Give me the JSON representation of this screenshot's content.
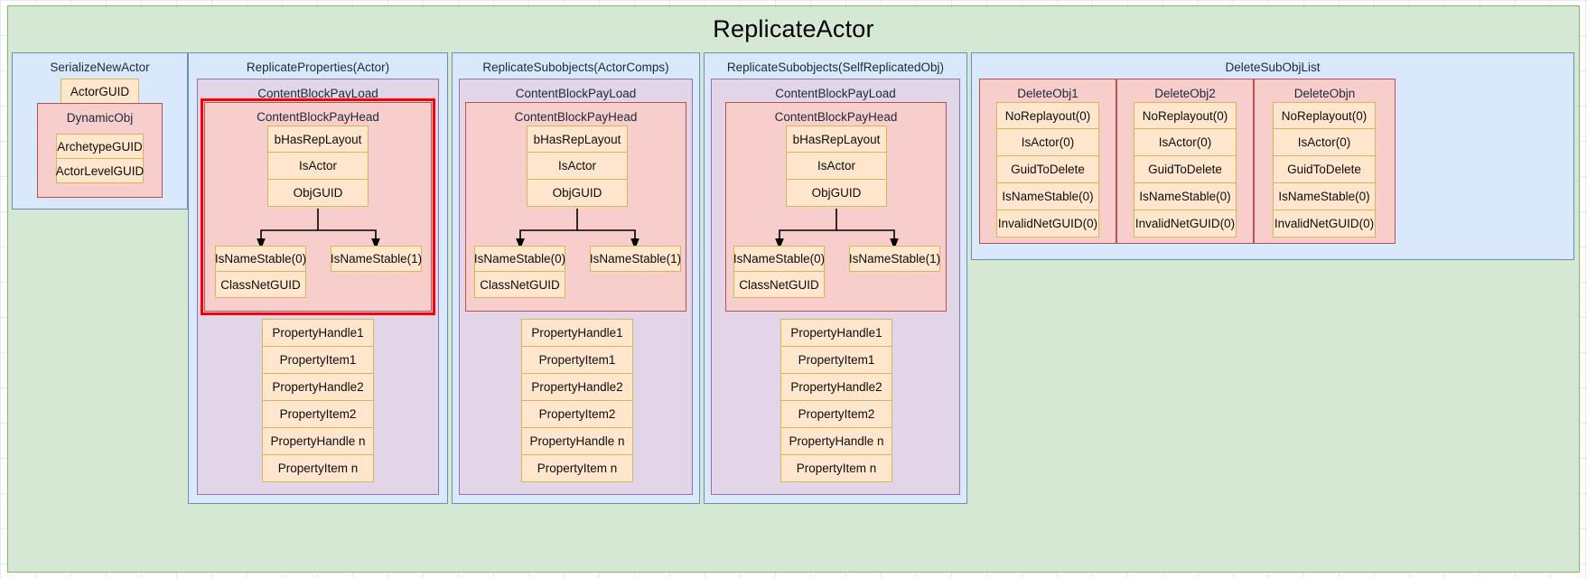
{
  "diagram": {
    "title": "ReplicateActor",
    "colors": {
      "green_fill": "#d5e8d4",
      "green_stroke": "#82b366",
      "blue_fill": "#dae8fc",
      "blue_stroke": "#6c8ebf",
      "purple_fill": "#e1d5e7",
      "purple_stroke": "#9673a6",
      "pink_fill": "#f8cecc",
      "pink_stroke": "#b85450",
      "yellow_fill": "#ffe6cc",
      "yellow_stroke": "#d6b656",
      "highlight": "#ff0000"
    }
  },
  "columns": {
    "serialize_new_actor": {
      "header": "SerializeNewActor",
      "actor_guid": "ActorGUID",
      "dynamic_obj": {
        "header": "DynamicObj",
        "fields": [
          "ArchetypeGUID",
          "ActorLevelGUID"
        ]
      }
    },
    "replicate_properties_actor": {
      "header": "ReplicateProperties(Actor)",
      "payload_header": "ContentBlockPayLoad",
      "payhead_header": "ContentBlockPayHead",
      "payhead_fields": [
        "bHasRepLayout",
        "IsActor",
        "ObjGUID"
      ],
      "branch_left": [
        "IsNameStable(0)",
        "ClassNetGUID"
      ],
      "branch_right": [
        "IsNameStable(1)"
      ],
      "properties": [
        "PropertyHandle1",
        "PropertyItem1",
        "PropertyHandle2",
        "PropertyItem2",
        "PropertyHandle n",
        "PropertyItem n"
      ],
      "highlighted": true
    },
    "replicate_subobjects_actorcomps": {
      "header": "ReplicateSubobjects(ActorComps)",
      "payload_header": "ContentBlockPayLoad",
      "payhead_header": "ContentBlockPayHead",
      "payhead_fields": [
        "bHasRepLayout",
        "IsActor",
        "ObjGUID"
      ],
      "branch_left": [
        "IsNameStable(0)",
        "ClassNetGUID"
      ],
      "branch_right": [
        "IsNameStable(1)"
      ],
      "properties": [
        "PropertyHandle1",
        "PropertyItem1",
        "PropertyHandle2",
        "PropertyItem2",
        "PropertyHandle n",
        "PropertyItem n"
      ],
      "highlighted": false
    },
    "replicate_subobjects_selfreplicatedobj": {
      "header": "ReplicateSubobjects(SelfReplicatedObj)",
      "payload_header": "ContentBlockPayLoad",
      "payhead_header": "ContentBlockPayHead",
      "payhead_fields": [
        "bHasRepLayout",
        "IsActor",
        "ObjGUID"
      ],
      "branch_left": [
        "IsNameStable(0)",
        "ClassNetGUID"
      ],
      "branch_right": [
        "IsNameStable(1)"
      ],
      "properties": [
        "PropertyHandle1",
        "PropertyItem1",
        "PropertyHandle2",
        "PropertyItem2",
        "PropertyHandle n",
        "PropertyItem n"
      ],
      "highlighted": false
    },
    "delete_sub_obj_list": {
      "header": "DeleteSubObjList",
      "items": [
        {
          "header": "DeleteObj1",
          "fields": [
            "NoReplayout(0)",
            "IsActor(0)",
            "GuidToDelete",
            "IsNameStable(0)",
            "InvalidNetGUID(0)"
          ]
        },
        {
          "header": "DeleteObj2",
          "fields": [
            "NoReplayout(0)",
            "IsActor(0)",
            "GuidToDelete",
            "IsNameStable(0)",
            "InvalidNetGUID(0)"
          ]
        },
        {
          "header": "DeleteObjn",
          "fields": [
            "NoReplayout(0)",
            "IsActor(0)",
            "GuidToDelete",
            "IsNameStable(0)",
            "InvalidNetGUID(0)"
          ]
        }
      ]
    }
  }
}
